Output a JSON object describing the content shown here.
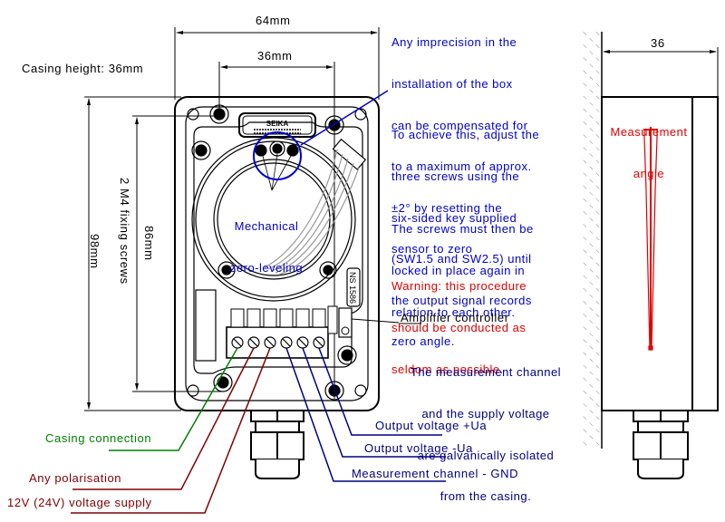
{
  "dimensions": {
    "width_total": "64mm",
    "screw_spacing_horizontal": "36mm",
    "casing_height": "Casing height: 36mm",
    "height_total": "98mm",
    "screw_spacing_vertical": "86mm",
    "fixing_screws": "2 M4 fixing screws",
    "side_width": "36"
  },
  "notes": {
    "imprecision": [
      "Any imprecision in the",
      "installation of the box",
      "can be compensated for",
      "to a maximum of approx.",
      "±2° by resetting the",
      "sensor to zero"
    ],
    "adjust": [
      "To achieve this, adjust the",
      "three screws using the",
      "six-sided key supplied",
      "(SW1.5 and SW2.5) until",
      "the output signal records",
      "zero angle."
    ],
    "lock": [
      "The screws must then be",
      "locked in place again in",
      "relation to each other."
    ],
    "warning": [
      "Warning: this procedure",
      "should be conducted as",
      "seldom as possible."
    ],
    "isolation": [
      "The measurement channel",
      "and the supply voltage",
      "are galvanically isolated",
      "from the casing."
    ]
  },
  "labels": {
    "mechanical_zero": [
      "Mechanical",
      "zero-leveling"
    ],
    "amplifier": "Amplifier controller",
    "measurement_angle": [
      "Measurement",
      "angle"
    ],
    "casing_connection": "Casing connection",
    "any_polarisation": "Any polarisation",
    "voltage_supply": "12V (24V) voltage supply",
    "output_plus": "Output voltage +Ua",
    "output_minus": "Output voltage -Ua",
    "gnd": "Measurement channel - GND",
    "brand": "SEIKA",
    "serial_tag": "NS 1586"
  },
  "colors": {
    "note_blue": "#0000cc",
    "signal_navy": "#000080",
    "supply_darkred": "#800000",
    "ground_green": "#008000",
    "warning_red": "#e00000",
    "wire_gray": "#999999"
  }
}
